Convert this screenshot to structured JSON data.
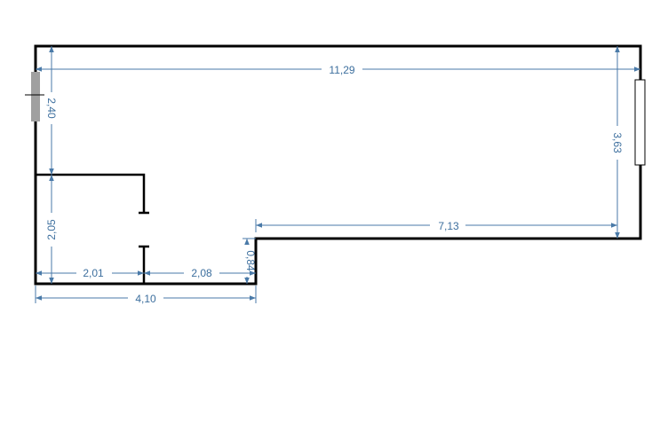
{
  "colors": {
    "wall": "#000000",
    "dimension": "#4a7aa8",
    "dimension_text": "#3d6f9e",
    "door_fill": "#a0a0a0",
    "window_fill": "#ffffff",
    "background": "#ffffff"
  },
  "icons": {
    "door": "door-icon",
    "window": "window-icon"
  },
  "dimensions": {
    "top_width": "11,29",
    "left_upper_height": "2,40",
    "right_height": "3,63",
    "left_lower_height": "2,05",
    "right_bottom_width": "7,13",
    "step_height": "0,84",
    "bottom_left_width": "2,01",
    "bottom_mid_width": "2,08",
    "bottom_total_width": "4,10"
  }
}
